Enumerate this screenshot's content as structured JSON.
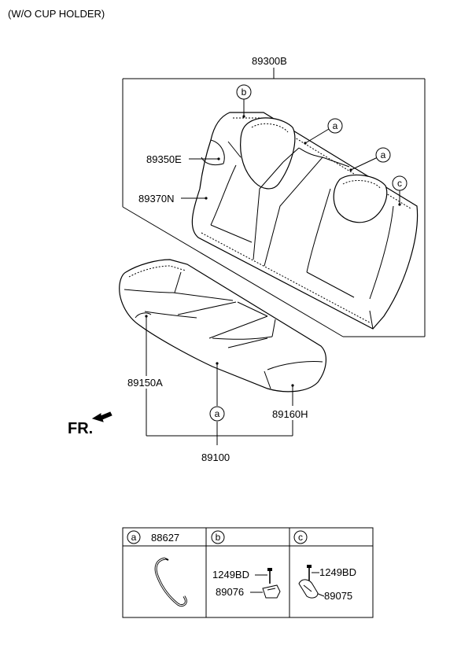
{
  "header": {
    "note": "(W/O CUP HOLDER)"
  },
  "parts": {
    "seatback_assy": "89300B",
    "side_bolster": "89350E",
    "back_cover": "89370N",
    "cushion_cover": "89150A",
    "cushion_pad": "89160H",
    "cushion_assy": "89100"
  },
  "callouts": {
    "a": "a",
    "b": "b",
    "c": "c"
  },
  "orientation": {
    "front": "FR."
  },
  "legend": {
    "a": {
      "key": "a",
      "part": "88627"
    },
    "b": {
      "key": "b",
      "bolt": "1249BD",
      "part": "89076"
    },
    "c": {
      "key": "c",
      "bolt": "1249BD",
      "part": "89075"
    }
  }
}
